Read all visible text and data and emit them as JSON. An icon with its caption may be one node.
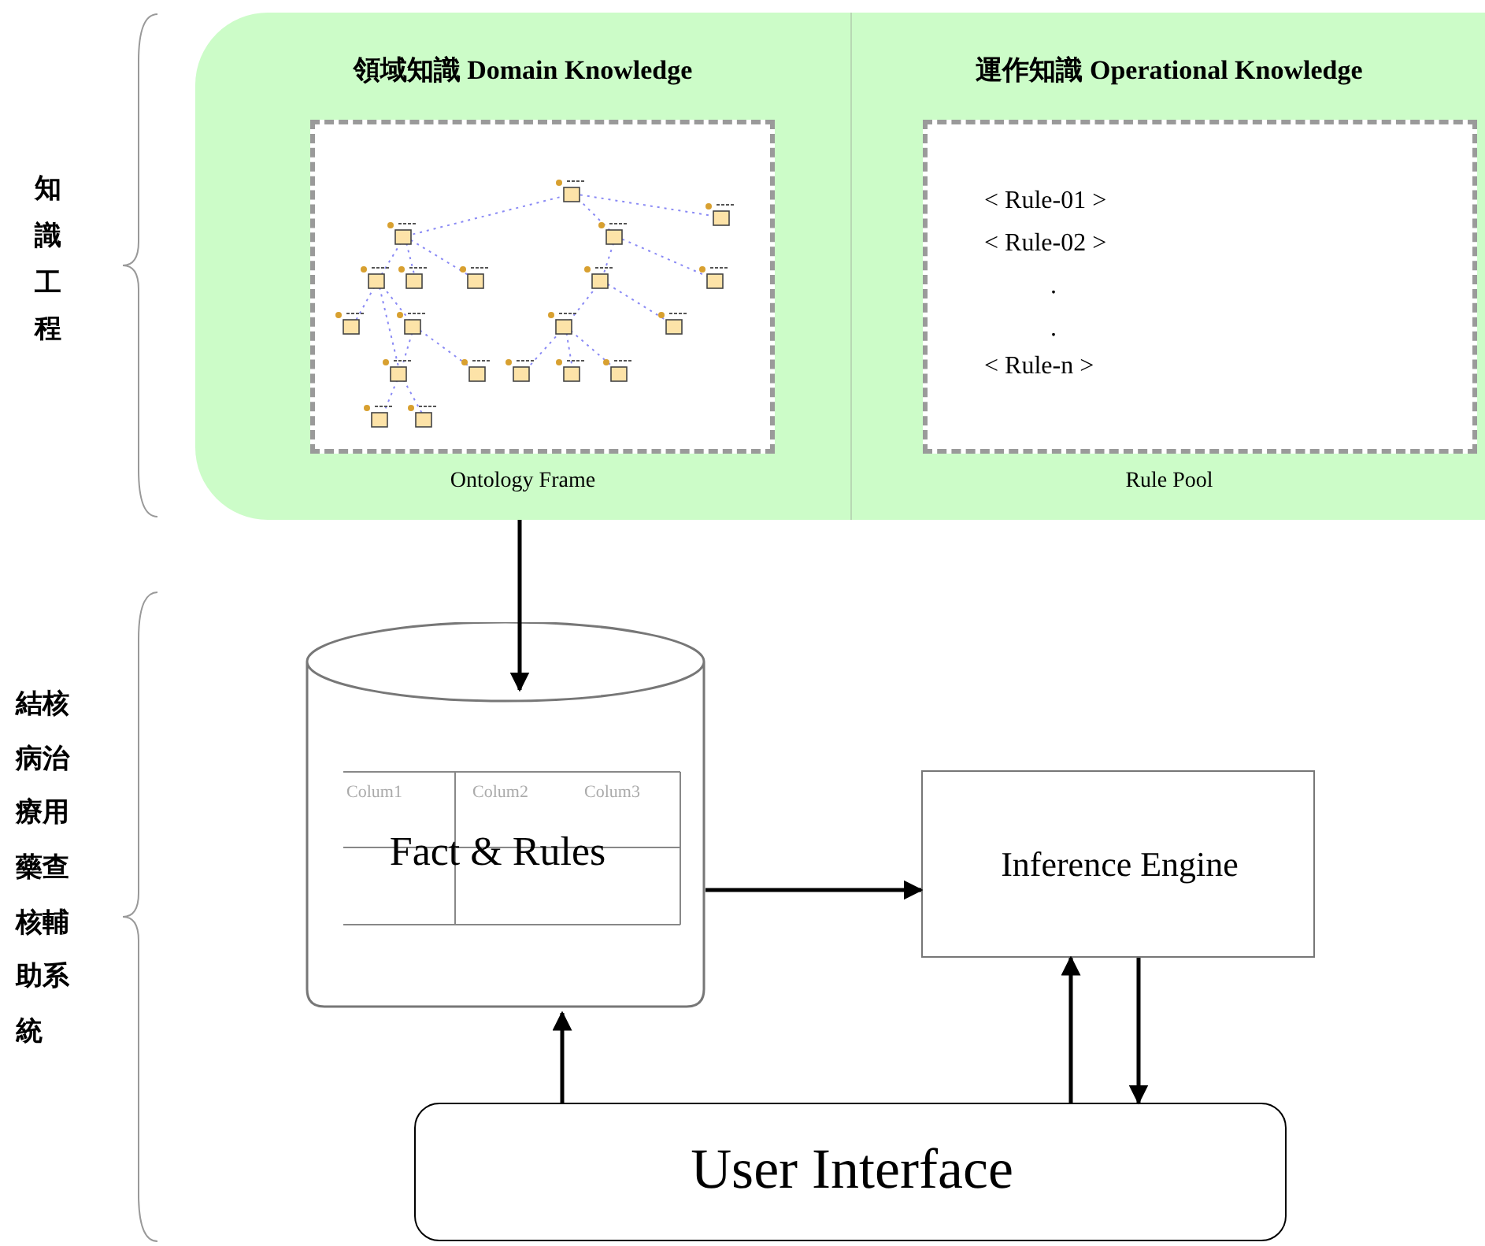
{
  "diagram": {
    "nodes": [
      {
        "text": [],
        "shape": "box"
      },
      {
        "text": [
          "領域知識  Domain Knowledge",
          "Ontology Frame"
        ],
        "in": 0
      },
      {
        "text": [],
        "shape": "picture",
        "in": 1
      },
      {
        "text": [
          "運作知識  Operational Knowledge",
          "Rule Pool"
        ],
        "in": 0
      },
      {
        "text": [
          "< Rule-01 >",
          "< Rule-02 >",
          ".",
          ".",
          "< Rule-n >"
        ],
        "in": 3
      },
      {
        "text": [
          "Fact & Rules"
        ]
      },
      {
        "text": [
          "Inference Engine"
        ]
      },
      {
        "text": [
          "User Interface"
        ]
      }
    ],
    "edges": [
      {
        "from": 0,
        "to": 5,
        "arrow": "to"
      },
      {
        "from": 5,
        "to": 6,
        "arrow": "to"
      },
      {
        "from": 7,
        "to": 5,
        "arrow": "to"
      },
      {
        "from": 7,
        "to": 6,
        "arrow": "to"
      },
      {
        "from": 6,
        "to": 7,
        "arrow": "to"
      }
    ],
    "labels": [
      "知識工程",
      "結核病治療用藥查核輔助系統",
      "Colum1",
      "Colum2",
      "Colum3"
    ]
  }
}
